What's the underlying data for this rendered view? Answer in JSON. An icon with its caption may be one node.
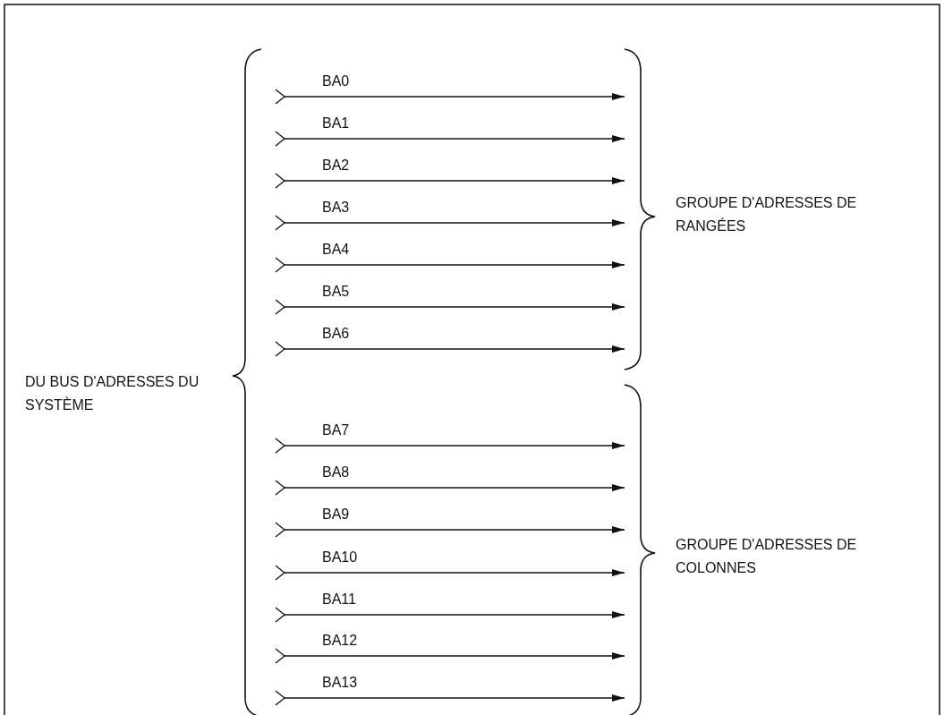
{
  "diagram": {
    "labels": [
      "BA0",
      "BA1",
      "BA2",
      "BA3",
      "GROUPE D'ADRESSES DE RANGÉES",
      "BA4",
      "BA5",
      "BA6",
      "DU BUS D'ADRESSES DU SYSTÈME",
      "BA7",
      "BA8",
      "BA9",
      "BA10",
      "GROUPE D'ADRESSES DE COLONNES",
      "BA11",
      "BA12",
      "BA13"
    ]
  }
}
